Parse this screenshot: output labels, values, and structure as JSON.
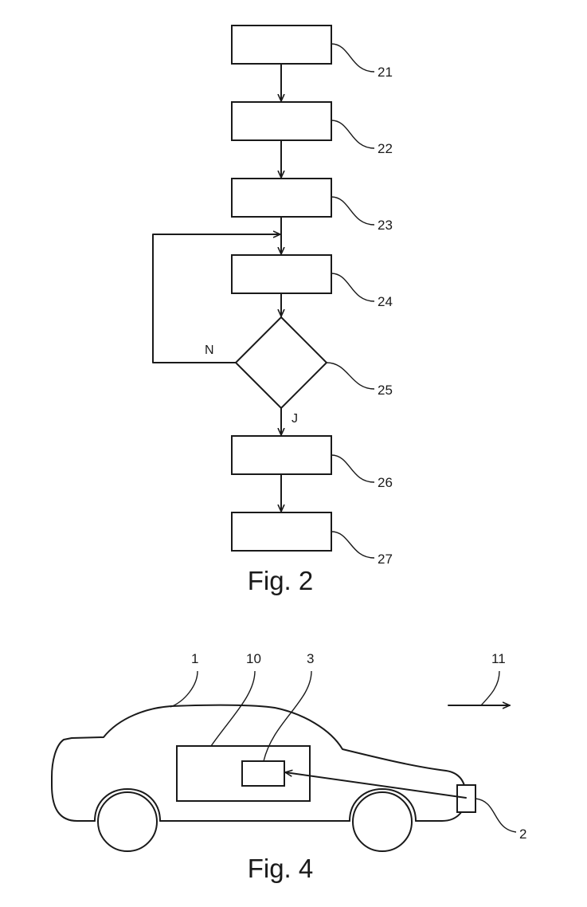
{
  "figure_2": {
    "caption": "Fig. 2",
    "steps": [
      {
        "ref": "21"
      },
      {
        "ref": "22"
      },
      {
        "ref": "23"
      },
      {
        "ref": "24"
      },
      {
        "ref": "25",
        "kind": "decision",
        "no_label": "N",
        "yes_label": "J"
      },
      {
        "ref": "26"
      },
      {
        "ref": "27"
      }
    ]
  },
  "figure_4": {
    "caption": "Fig. 4",
    "refs": {
      "vehicle": "1",
      "sensor": "2",
      "unit": "3",
      "control_box": "10",
      "direction": "11"
    }
  }
}
